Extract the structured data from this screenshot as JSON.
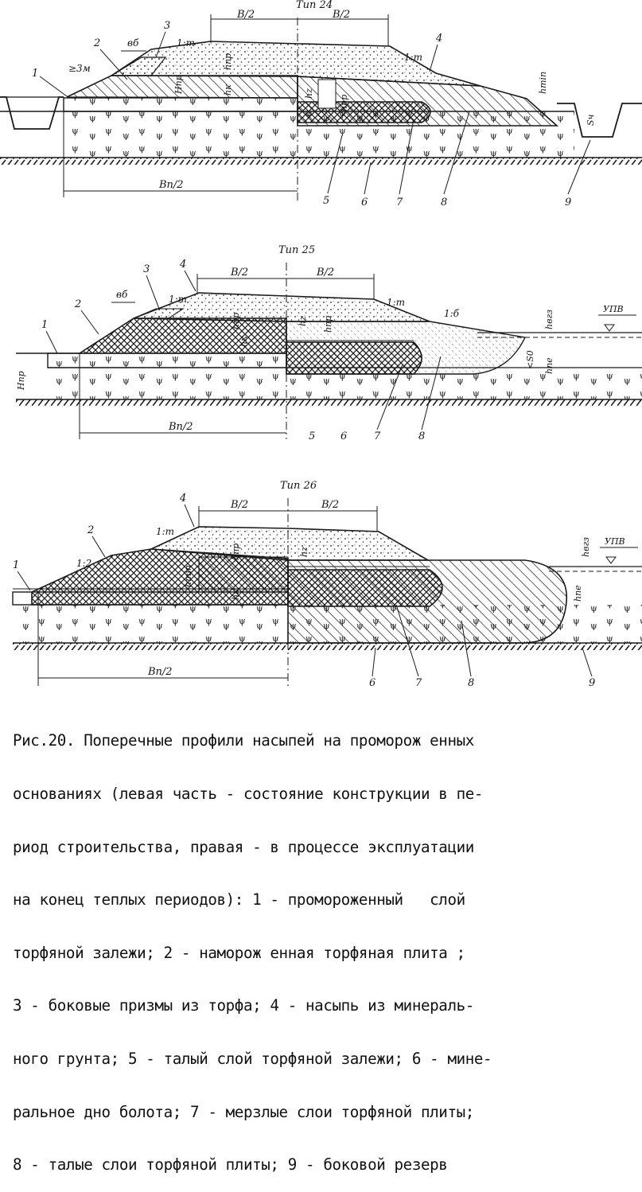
{
  "figure": {
    "type24": {
      "title": "Тип 24",
      "dims": {
        "half_left": "B/2",
        "half_right": "B/2",
        "base_half": "Вп/2",
        "prism_width": "вб",
        "offset": "≥3м"
      },
      "slopes": {
        "left": "1:m",
        "right": "1:m"
      },
      "heights": {
        "hnp_left": "Hпр",
        "hnp_mid": "hпр",
        "hk": "hк",
        "hz": "hz",
        "hnp_right": "hпр",
        "hmin": "hmin",
        "sigma": "Sч"
      },
      "callouts": [
        "1",
        "2",
        "3",
        "4",
        "5",
        "6",
        "7",
        "8",
        "9"
      ]
    },
    "type25": {
      "title": "Тип 25",
      "dims": {
        "half_left": "B/2",
        "half_right": "B/2",
        "base_half": "Вп/2",
        "prism_width": "вб"
      },
      "slopes": {
        "top": "1:m",
        "side": "1:б"
      },
      "heights": {
        "hnp": "hпр",
        "hk": "hк",
        "hz": "hz",
        "hnp2": "hпр",
        "hnp_left": "Hпр",
        "hbz": "hвгз",
        "s0": "<S0",
        "hpe": "hпе"
      },
      "marker": "УПВ",
      "callouts": [
        "1",
        "2",
        "3",
        "4",
        "5",
        "6",
        "7",
        "8"
      ]
    },
    "type26": {
      "title": "Тип 26",
      "dims": {
        "half_left": "B/2",
        "half_right": "B/2",
        "base_half": "Вп/2"
      },
      "slopes": {
        "top": "1:m",
        "side": "1:2"
      },
      "heights": {
        "hnp": "hпр",
        "hz": "hz",
        "hmin": "hmin",
        "hk": "hк",
        "hbz": "hвгз",
        "hpe": "hпе"
      },
      "marker": "УПВ",
      "callouts": [
        "1",
        "2",
        "4",
        "6",
        "7",
        "8",
        "9"
      ]
    }
  },
  "caption": {
    "lines": [
      "Рис.20. Поперечные профили насыпей на проморож енных",
      "основаниях (левая часть - состояние конструкции в пе-",
      "риод строительства, правая - в процессе эксплуатации",
      "на конец теплых периодов): 1 - промороженный   слой",
      "торфяной залежи; 2 - наморож енная торфяная плита ;",
      "3 - боковые призмы из торфа; 4 - насыпь из минераль-",
      "ного грунта; 5 - талый слой торфяной залежи; 6 - мине-",
      "ральное дно болота; 7 - мерзлые слои торфяной плиты;",
      "8 - талые слои торфяной плиты; 9 - боковой резерв"
    ]
  }
}
